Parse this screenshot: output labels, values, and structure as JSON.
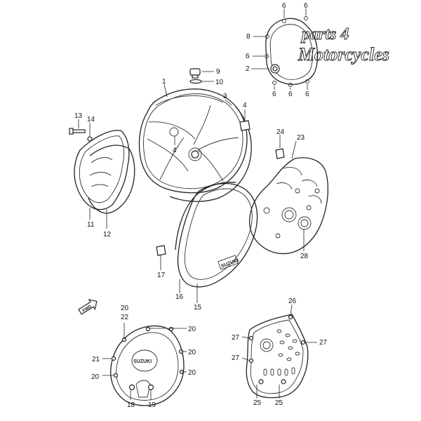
{
  "watermark": {
    "line1": "parts 4",
    "line2": "Motorcycles"
  },
  "case_logo": {
    "upper": "SUZUKI",
    "lower": "SUZUKI"
  },
  "fwd_arrow": {
    "label": "FWD"
  },
  "callouts": [
    "6",
    "6",
    "8",
    "6",
    "2",
    "6",
    "6",
    "6",
    "9",
    "10",
    "1",
    "3",
    "4",
    "4",
    "13",
    "14",
    "11",
    "12",
    "24",
    "23",
    "28",
    "17",
    "16",
    "15",
    "20",
    "22",
    "20",
    "20",
    "20",
    "21",
    "20",
    "18",
    "19",
    "26",
    "27",
    "27",
    "27",
    "25",
    "25"
  ]
}
